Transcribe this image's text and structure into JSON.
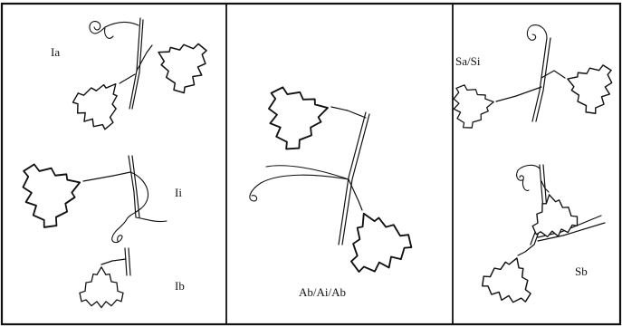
{
  "labels": {
    "ia": "Ia",
    "ii": "Ii",
    "ib": "Ib",
    "ab_ai_ab": "Ab/Ai/Ab",
    "sa_si": "Sa/Si",
    "sb": "Sb"
  }
}
